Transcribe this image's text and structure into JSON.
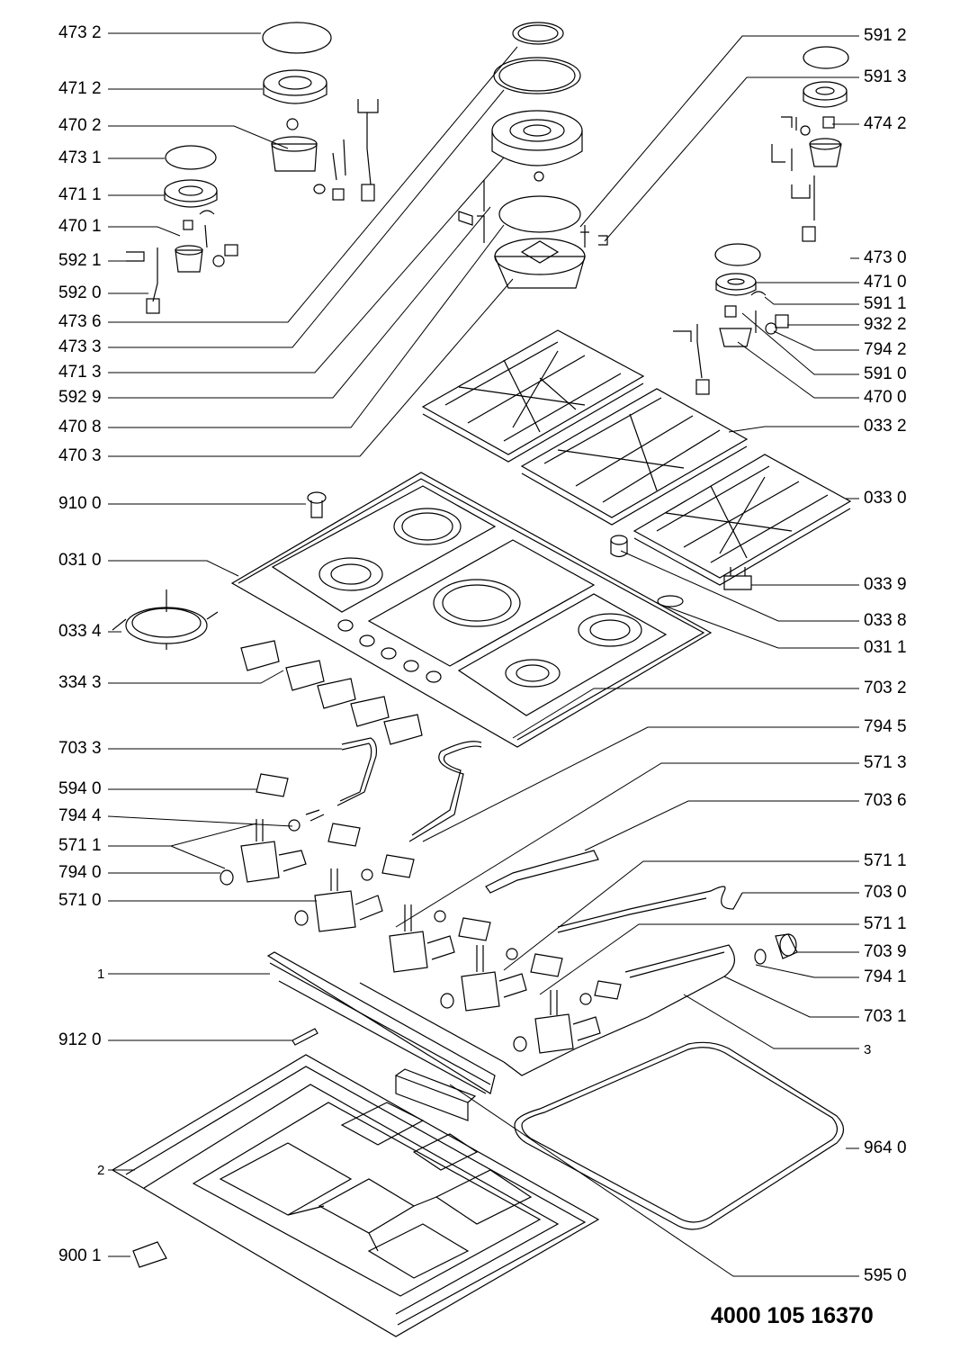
{
  "document_number": "4000 105 16370",
  "callouts_left": [
    {
      "id": "c-4732",
      "text": "473 2"
    },
    {
      "id": "c-4712",
      "text": "471 2"
    },
    {
      "id": "c-4702",
      "text": "470 2"
    },
    {
      "id": "c-4731",
      "text": "473 1"
    },
    {
      "id": "c-4711",
      "text": "471 1"
    },
    {
      "id": "c-4701",
      "text": "470 1"
    },
    {
      "id": "c-5921",
      "text": "592 1"
    },
    {
      "id": "c-5920",
      "text": "592 0"
    },
    {
      "id": "c-4736",
      "text": "473 6"
    },
    {
      "id": "c-4733",
      "text": "473 3"
    },
    {
      "id": "c-4713",
      "text": "471 3"
    },
    {
      "id": "c-5929",
      "text": "592 9"
    },
    {
      "id": "c-4708",
      "text": "470 8"
    },
    {
      "id": "c-4703",
      "text": "470 3"
    },
    {
      "id": "c-9100",
      "text": "910 0"
    },
    {
      "id": "c-0310",
      "text": "031 0"
    },
    {
      "id": "c-0334",
      "text": "033 4"
    },
    {
      "id": "c-3343",
      "text": "334 3"
    },
    {
      "id": "c-7033",
      "text": "703 3"
    },
    {
      "id": "c-5940",
      "text": "594 0"
    },
    {
      "id": "c-7944",
      "text": "794 4"
    },
    {
      "id": "c-5711l",
      "text": "571 1"
    },
    {
      "id": "c-7940",
      "text": "794 0"
    },
    {
      "id": "c-5710",
      "text": "571 0"
    },
    {
      "id": "c-1",
      "text": "1"
    },
    {
      "id": "c-9120",
      "text": "912 0"
    },
    {
      "id": "c-2",
      "text": "2"
    },
    {
      "id": "c-9001",
      "text": "900 1"
    }
  ],
  "callouts_right": [
    {
      "id": "c-5912",
      "text": "591 2"
    },
    {
      "id": "c-5913",
      "text": "591 3"
    },
    {
      "id": "c-4742",
      "text": "474 2"
    },
    {
      "id": "c-4730",
      "text": "473 0"
    },
    {
      "id": "c-4710",
      "text": "471 0"
    },
    {
      "id": "c-5911",
      "text": "591 1"
    },
    {
      "id": "c-9322",
      "text": "932 2"
    },
    {
      "id": "c-7942",
      "text": "794 2"
    },
    {
      "id": "c-5910",
      "text": "591 0"
    },
    {
      "id": "c-4700",
      "text": "470 0"
    },
    {
      "id": "c-0332",
      "text": "033 2"
    },
    {
      "id": "c-0330",
      "text": "033 0"
    },
    {
      "id": "c-0339",
      "text": "033 9"
    },
    {
      "id": "c-0338",
      "text": "033 8"
    },
    {
      "id": "c-0311",
      "text": "031 1"
    },
    {
      "id": "c-7032",
      "text": "703 2"
    },
    {
      "id": "c-7945",
      "text": "794 5"
    },
    {
      "id": "c-5713",
      "text": "571 3"
    },
    {
      "id": "c-7036",
      "text": "703 6"
    },
    {
      "id": "c-5711a",
      "text": "571 1"
    },
    {
      "id": "c-7030",
      "text": "703 0"
    },
    {
      "id": "c-5711b",
      "text": "571 1"
    },
    {
      "id": "c-7039",
      "text": "703 9"
    },
    {
      "id": "c-7941",
      "text": "794 1"
    },
    {
      "id": "c-7031",
      "text": "703 1"
    },
    {
      "id": "c-3",
      "text": "3"
    },
    {
      "id": "c-9640",
      "text": "964 0"
    },
    {
      "id": "c-5950",
      "text": "595 0"
    }
  ]
}
